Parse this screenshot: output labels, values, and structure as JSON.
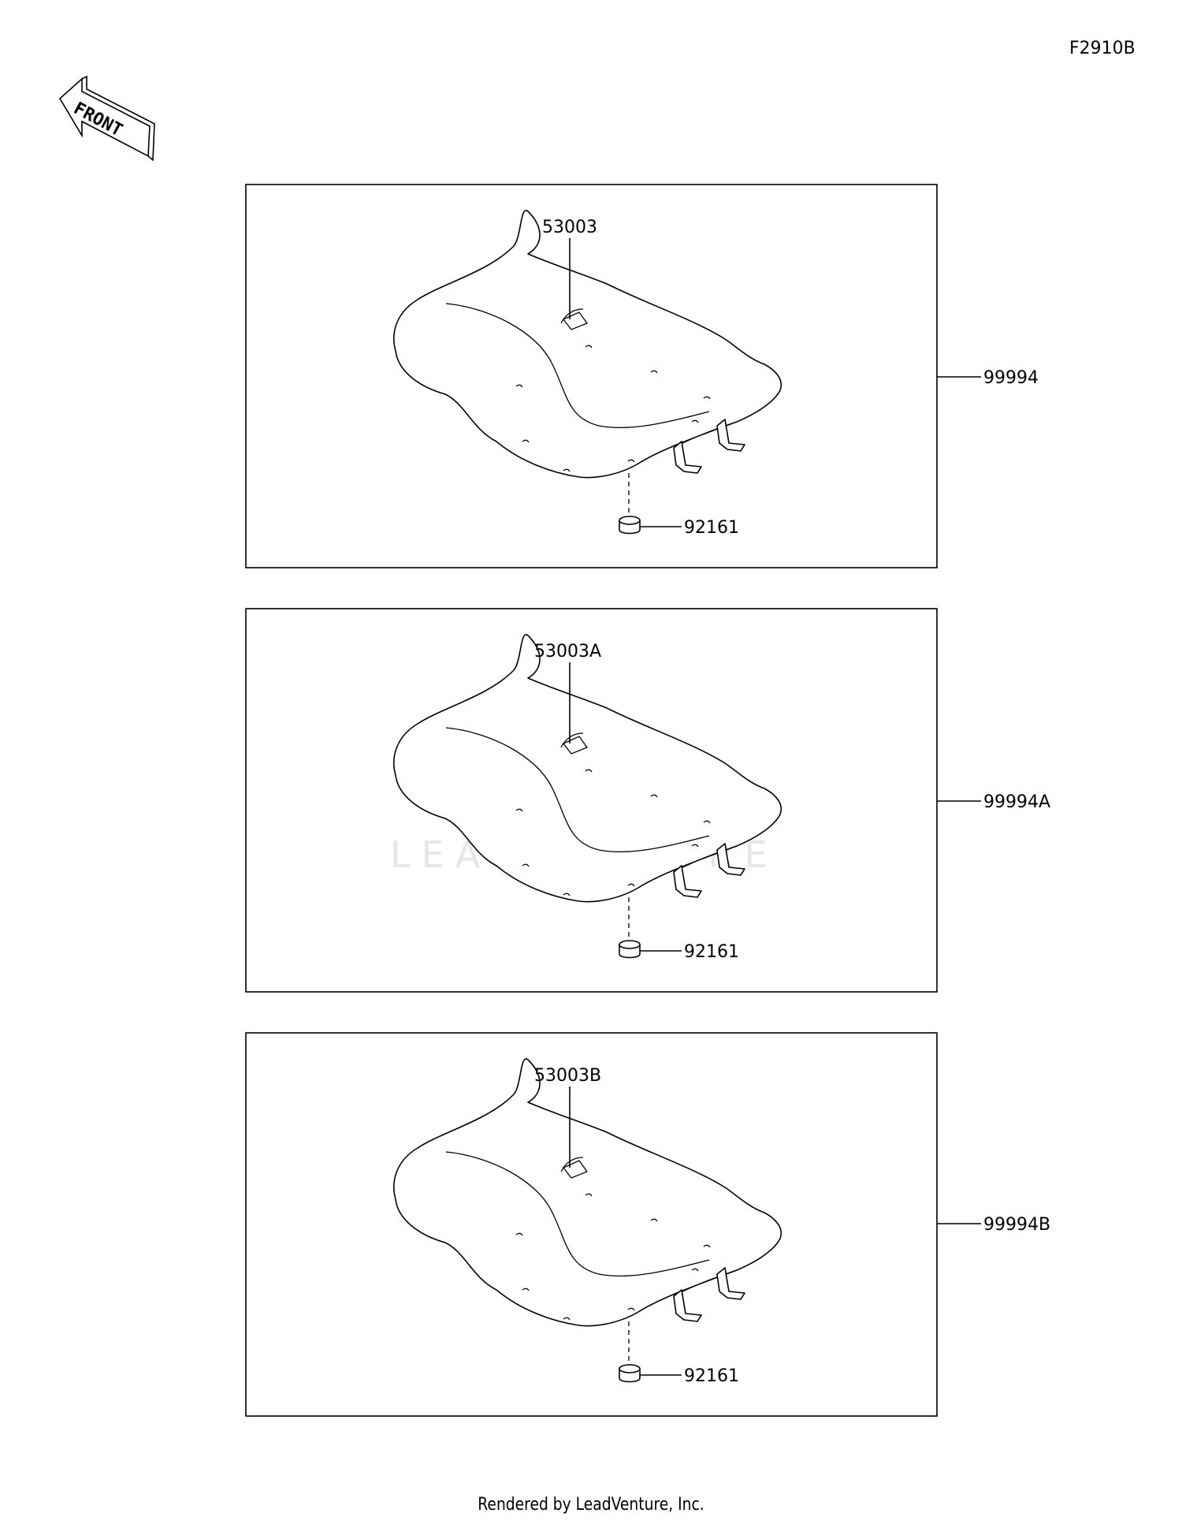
{
  "figure_code": "F2910B",
  "front_label": "FRONT",
  "footer": "Rendered by LeadVenture, Inc.",
  "watermark": "LEADVENTURE",
  "panels": [
    {
      "seat_part": "53003",
      "assembly_part": "99994",
      "damper_part": "92161"
    },
    {
      "seat_part": "53003A",
      "assembly_part": "99994A",
      "damper_part": "92161"
    },
    {
      "seat_part": "53003B",
      "assembly_part": "99994B",
      "damper_part": "92161"
    }
  ]
}
